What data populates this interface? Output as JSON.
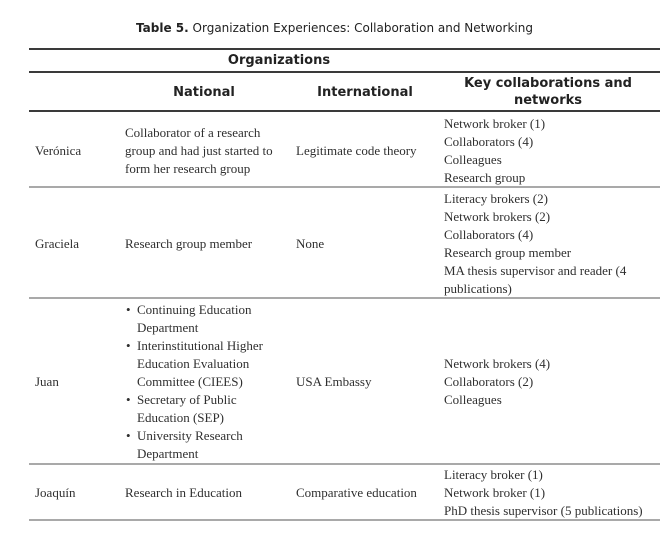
{
  "title": {
    "label": "Table 5.",
    "text": "Organization Experiences: Collaboration and Networking"
  },
  "header": {
    "group": "Organizations",
    "columns": [
      "",
      "National",
      "International",
      "Key collaborations and networks"
    ],
    "key_line1": "Key collaborations and",
    "key_line2": "networks"
  },
  "rows": [
    {
      "name": "Verónica",
      "national": [
        "Collaborator of a research",
        "group and had just started to",
        "form her research group"
      ],
      "international": "Legitimate code theory",
      "key": [
        "Network broker (1)",
        "Collaborators (4)",
        "Colleagues",
        "Research group"
      ]
    },
    {
      "name": "Graciela",
      "national": [
        "Research group member"
      ],
      "international": "None",
      "key": [
        "Literacy brokers (2)",
        "Network brokers (2)",
        "Collaborators (4)",
        "Research group member",
        "MA thesis supervisor and reader (4",
        "publications)"
      ]
    },
    {
      "name": "Juan",
      "national_bullets": [
        [
          "Continuing Education",
          "Department"
        ],
        [
          "Interinstitutional Higher",
          "Education Evaluation",
          "Committee (CIEES)"
        ],
        [
          "Secretary of Public",
          "Education (SEP)"
        ],
        [
          "University Research",
          "Department"
        ]
      ],
      "international": "USA Embassy",
      "key": [
        "Network brokers (4)",
        "Collaborators (2)",
        "Colleagues"
      ]
    },
    {
      "name": "Joaquín",
      "national": [
        "Research in Education"
      ],
      "international": "Comparative education",
      "key": [
        "Literacy broker (1)",
        "Network broker (1)",
        "PhD thesis supervisor (5 publications)"
      ]
    }
  ]
}
